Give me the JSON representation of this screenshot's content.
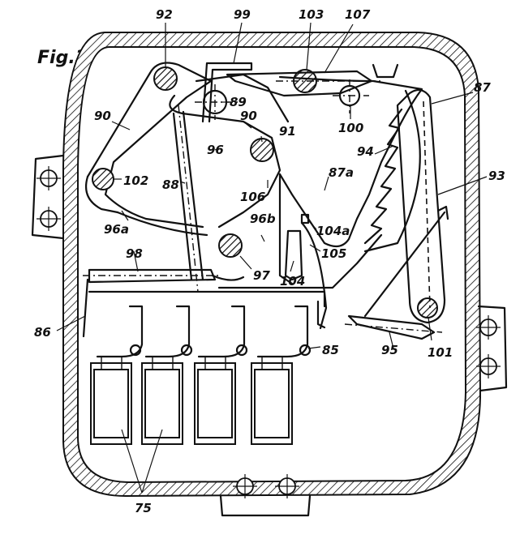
{
  "figure": {
    "title": "Fig.3",
    "labels": {
      "l92": "92",
      "l99": "99",
      "l103": "103",
      "l107": "107",
      "l87": "87",
      "l90a": "90",
      "l89": "89",
      "l90b": "90",
      "l91": "91",
      "l100": "100",
      "l96": "96",
      "l94": "94",
      "l93": "93",
      "l102": "102",
      "l88": "88",
      "l87a": "87a",
      "l106": "106",
      "l96b": "96b",
      "l96a": "96a",
      "l104a": "104a",
      "l105": "105",
      "l98": "98",
      "l97": "97",
      "l104": "104",
      "l86": "86",
      "l85": "85",
      "l95": "95",
      "l101": "101",
      "l75": "75"
    }
  }
}
